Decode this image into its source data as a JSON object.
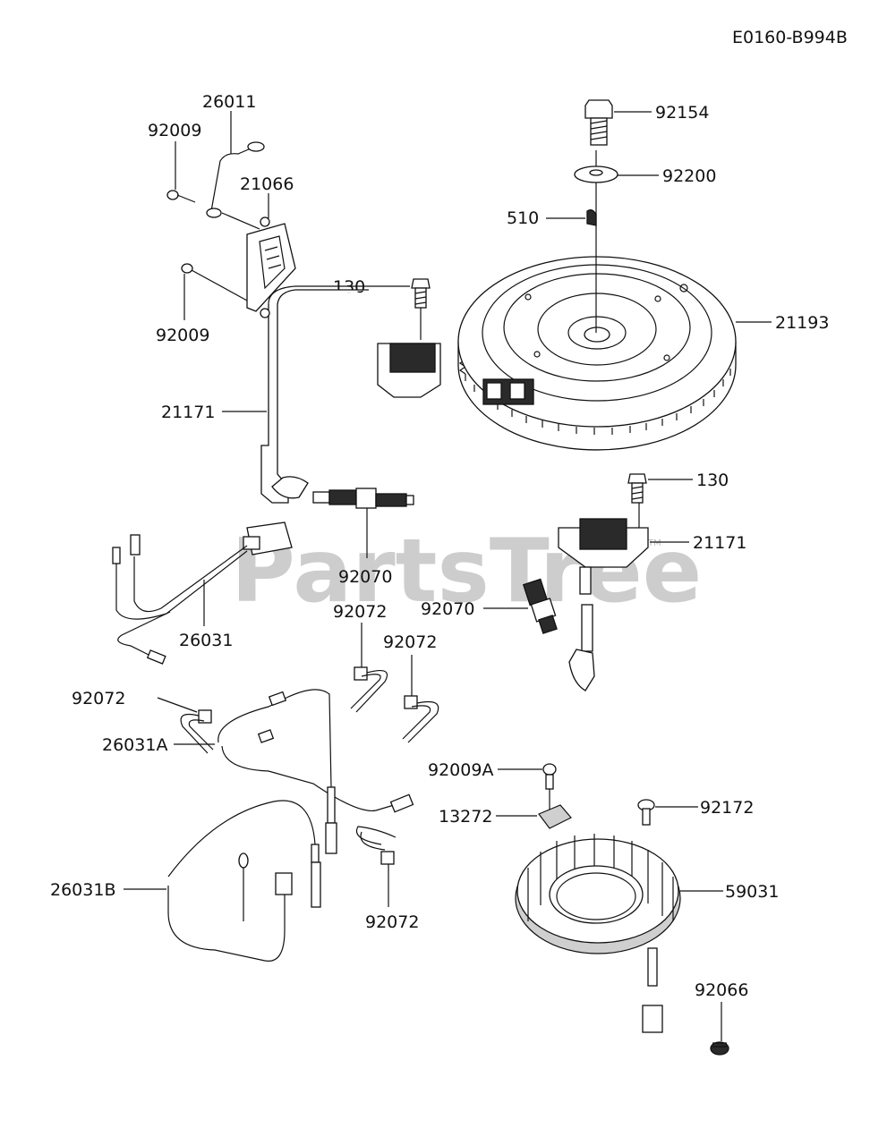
{
  "diagram_code": "E0160-B994B",
  "watermark": "PartsTree",
  "watermark_tm": "TM",
  "labels": {
    "p92154": "92154",
    "p92200": "92200",
    "p510": "510",
    "p21193": "21193",
    "p130_top": "130",
    "p130_right": "130",
    "p21171_left": "21171",
    "p21171_right": "21171",
    "p26011": "26011",
    "p92009_top": "92009",
    "p21066": "21066",
    "p92009_bottom": "92009",
    "p92070_left": "92070",
    "p92070_right": "92070",
    "p26031": "26031",
    "p92072_a": "92072",
    "p92072_b": "92072",
    "p92072_c": "92072",
    "p92072_d": "92072",
    "p26031A": "26031A",
    "p26031B": "26031B",
    "p92009A": "92009A",
    "p13272": "13272",
    "p92172": "92172",
    "p59031": "59031",
    "p92066": "92066"
  }
}
